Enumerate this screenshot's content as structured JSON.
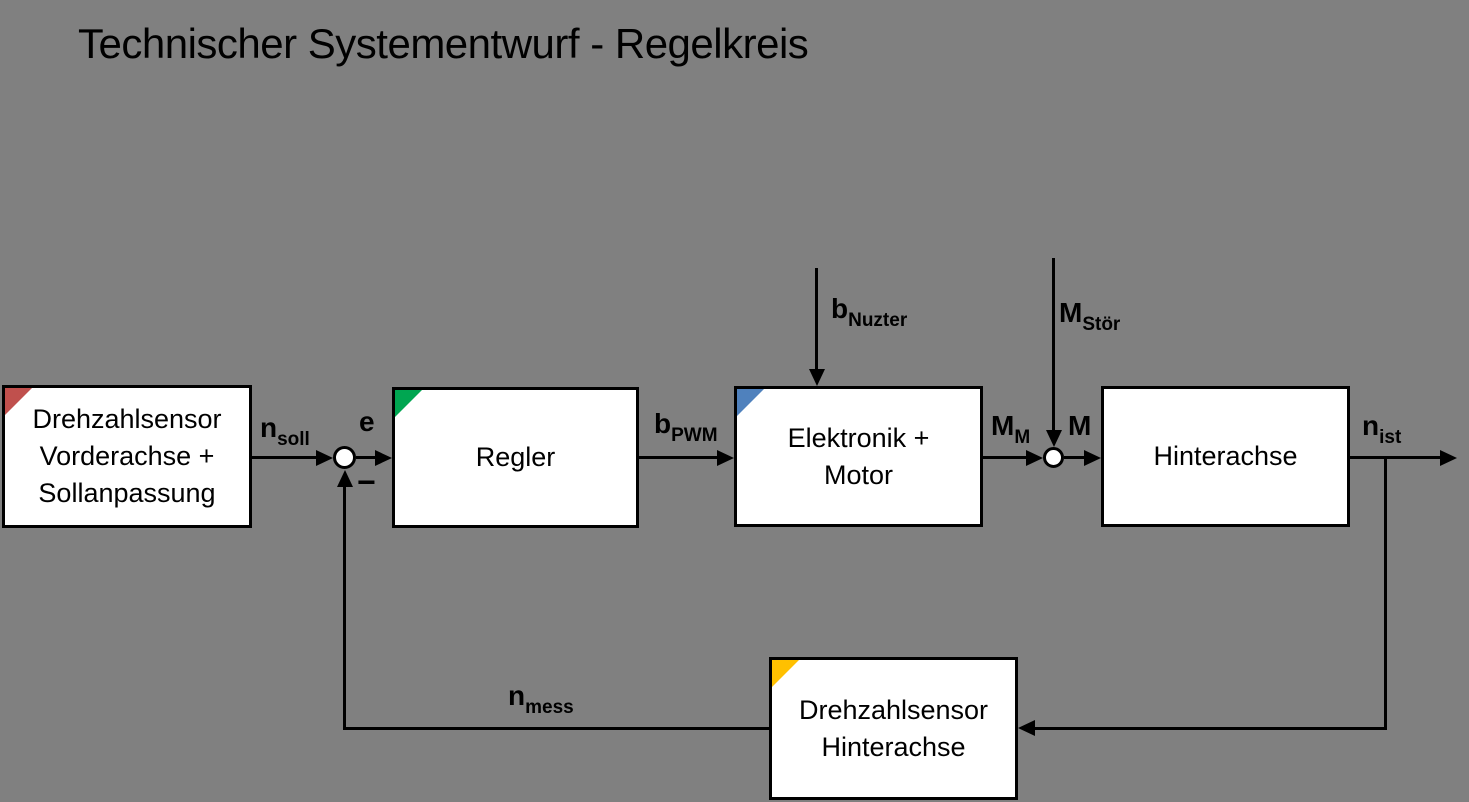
{
  "title": "Technischer Systementwurf - Regelkreis",
  "colors": {
    "background": "#808080",
    "box_fill": "#ffffff",
    "line": "#000000"
  },
  "blocks": {
    "sensor_front": {
      "lines": [
        "Drehzahlsensor",
        "Vorderachse +",
        "Sollanpassung"
      ],
      "tag_color": "#C0504D"
    },
    "controller": {
      "lines": [
        "Regler"
      ],
      "tag_color": "#00A651"
    },
    "motor": {
      "lines": [
        "Elektronik +",
        "Motor"
      ],
      "tag_color": "#4F81BD"
    },
    "rear_axle": {
      "lines": [
        "Hinterachse"
      ]
    },
    "sensor_rear": {
      "lines": [
        "Drehzahlsensor",
        "Hinterachse"
      ],
      "tag_color": "#FFC000"
    }
  },
  "signals": {
    "n_soll": {
      "base": "n",
      "sub": "soll"
    },
    "e": {
      "base": "e"
    },
    "minus": "−",
    "b_pwm": {
      "base": "b",
      "sub": "PWM"
    },
    "b_nuzter": {
      "base": "b",
      "sub": "Nuzter"
    },
    "m_m": {
      "base": "M",
      "sub": "M"
    },
    "m_stoer": {
      "base": "M",
      "sub": "Stör"
    },
    "m": {
      "base": "M"
    },
    "n_ist": {
      "base": "n",
      "sub": "ist"
    },
    "n_mess": {
      "base": "n",
      "sub": "mess"
    }
  }
}
